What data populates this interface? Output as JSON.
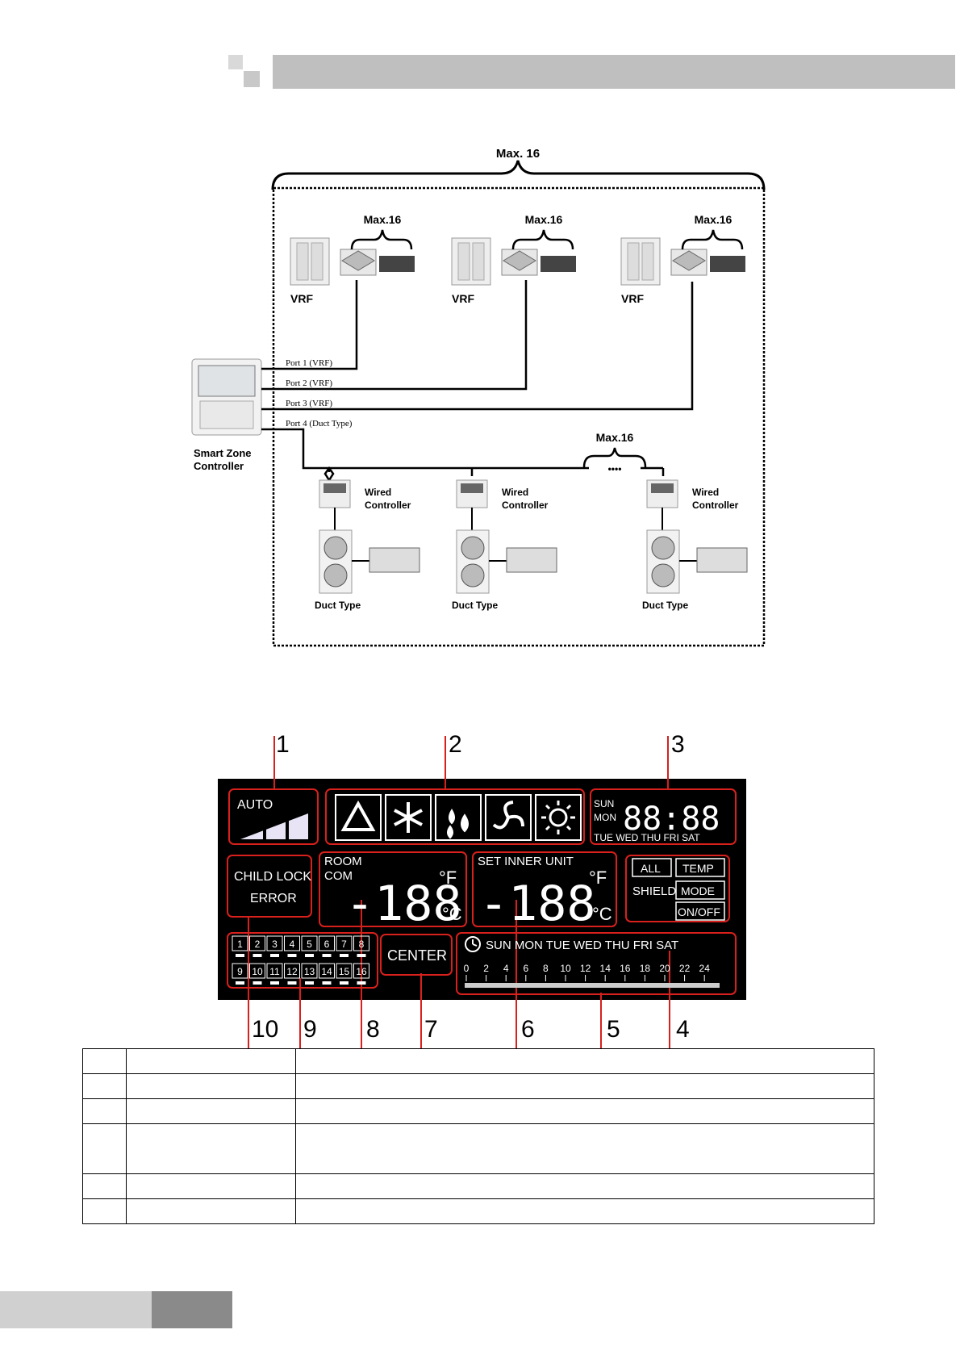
{
  "diagram": {
    "top_max": "Max. 16",
    "vrf_groups": [
      {
        "max": "Max.16",
        "label": "VRF"
      },
      {
        "max": "Max.16",
        "label": "VRF"
      },
      {
        "max": "Max.16",
        "label": "VRF"
      }
    ],
    "ports": [
      "Port 1 (VRF)",
      "Port 2 (VRF)",
      "Port 3  (VRF)",
      "Port 4 (Duct Type)"
    ],
    "controller_label_1": "Smart Zone",
    "controller_label_2": "Controller",
    "duct_max": "Max.16",
    "duct_dots": "••••",
    "wired_label_1": "Wired",
    "wired_label_2": "Controller",
    "duct_label": "Duct Type"
  },
  "display": {
    "callouts": [
      "1",
      "2",
      "3",
      "4",
      "5",
      "6",
      "7",
      "8",
      "9",
      "10"
    ],
    "auto": "AUTO",
    "days_top": [
      "SUN",
      "MON"
    ],
    "days_bottom": "TUE  WED THU FRI SAT",
    "clock": "88:88",
    "child_lock": "CHILD LOCK",
    "error": "ERROR",
    "room": "ROOM",
    "com": "COM",
    "temp_digits": "-188",
    "unit_f": "°F",
    "unit_c": "°C",
    "set_inner_unit": "SET INNER UNIT",
    "all": "ALL",
    "temp": "TEMP",
    "shield": "SHIELD",
    "mode": "MODE",
    "onoff": "ON/OFF",
    "zones_row1": [
      "1",
      "2",
      "3",
      "4",
      "5",
      "6",
      "7",
      "8"
    ],
    "zones_row2": [
      "9",
      "10",
      "11",
      "12",
      "13",
      "14",
      "15",
      "16"
    ],
    "center": "CENTER",
    "week": "SUN  MON  TUE  WED  THU  FRI  SAT",
    "hours": [
      "0",
      "2",
      "4",
      "6",
      "8",
      "10",
      "12",
      "14",
      "16",
      "18",
      "20",
      "22",
      "24"
    ]
  },
  "colors": {
    "lcd_bg": "#000000",
    "lcd_fg": "#ffffff",
    "highlight": "#d8201c",
    "header_gray": "#bfbfbf"
  }
}
